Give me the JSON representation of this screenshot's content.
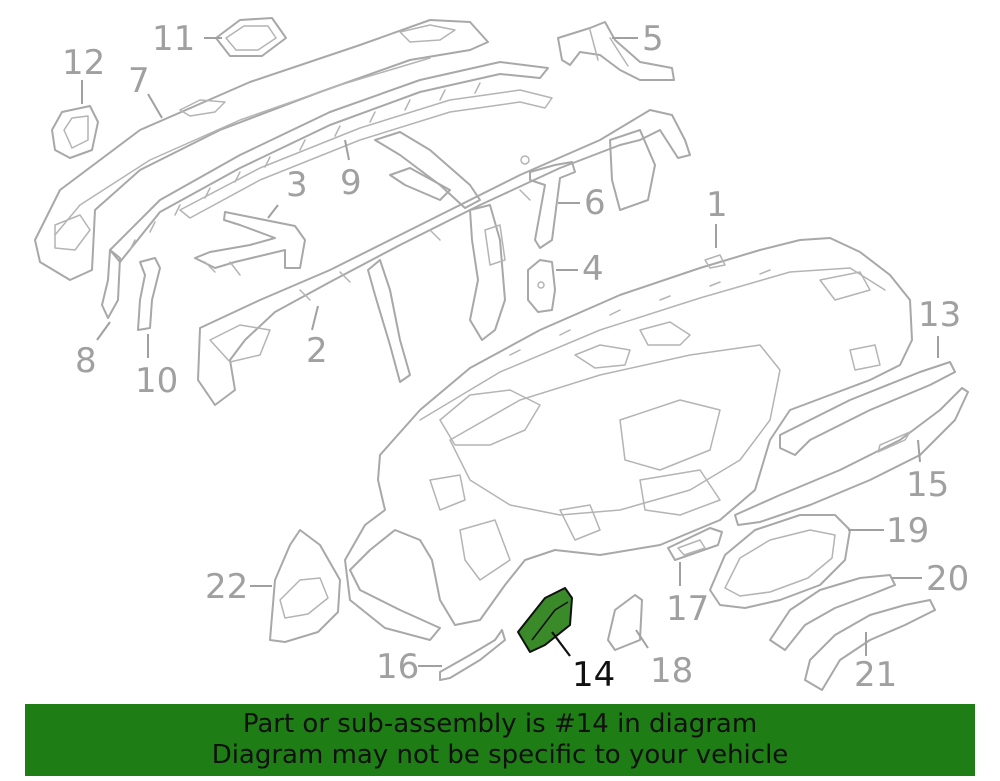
{
  "callouts": {
    "c1": "1",
    "c2": "2",
    "c3": "3",
    "c4": "4",
    "c5": "5",
    "c6": "6",
    "c7": "7",
    "c8": "8",
    "c9": "9",
    "c10": "10",
    "c11": "11",
    "c12": "12",
    "c13": "13",
    "c14": "14",
    "c15": "15",
    "c16": "16",
    "c17": "17",
    "c18": "18",
    "c19": "19",
    "c20": "20",
    "c21": "21",
    "c22": "22"
  },
  "highlighted_part": "14",
  "banner": {
    "line1": "Part or sub-assembly is #14 in diagram",
    "line2": "Diagram may not be specific to your vehicle"
  },
  "colors": {
    "highlight": "#3a8a2a",
    "banner": "#1e7d14",
    "line_art": "#a8a8a8"
  }
}
